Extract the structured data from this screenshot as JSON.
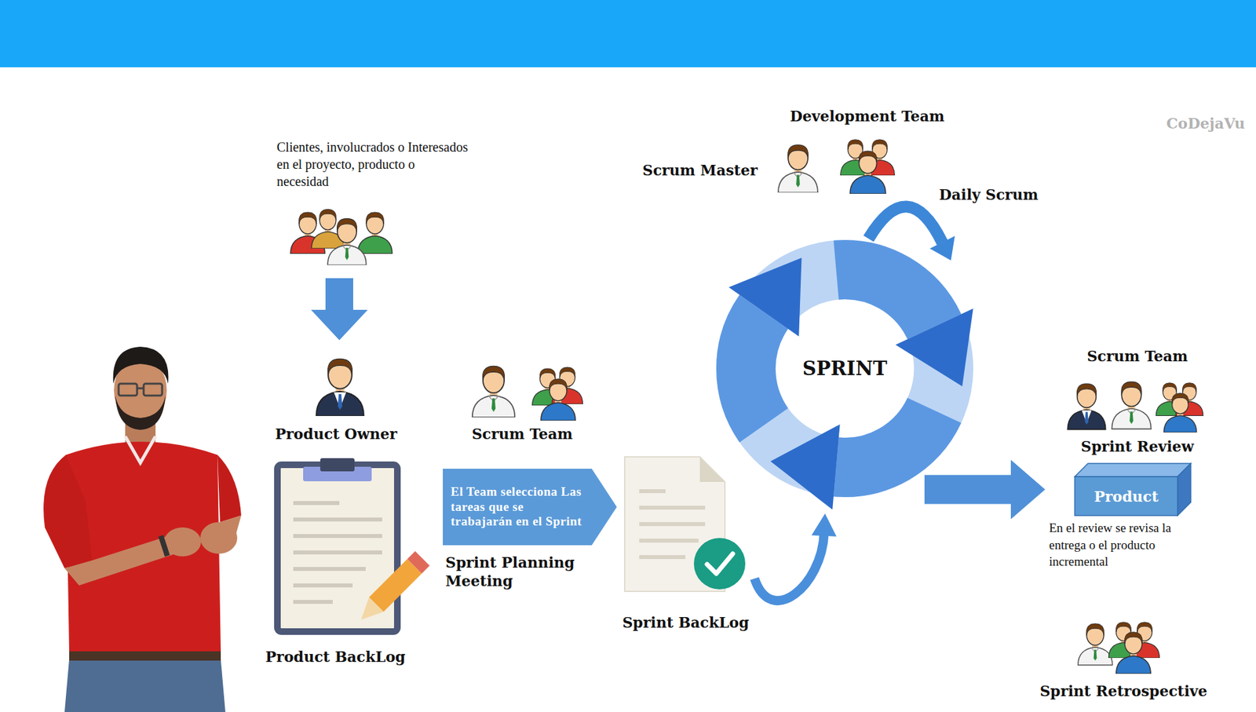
{
  "diagram": {
    "nodes": [
      {
        "text": [
          "Clientes, involucrados o Interesados en el proyecto, producto o necesidad"
        ]
      },
      {
        "text": [
          "Product Owner"
        ]
      },
      {
        "text": [
          "Product BackLog"
        ]
      },
      {
        "text": [
          "Scrum Team"
        ]
      },
      {
        "text": [
          "El Team selecciona Las tareas que se trabajarán en el Sprint"
        ]
      },
      {
        "text": [
          "Scrum Master"
        ]
      },
      {
        "text": [
          "Development Team"
        ]
      },
      {
        "text": [
          "Sprint BackLog"
        ]
      },
      {
        "text": [
          "SPRINT"
        ]
      },
      {
        "text": [
          "Scrum Team",
          "Sprint Review"
        ]
      },
      {
        "text": [
          "Product"
        ]
      },
      {
        "text": [
          "Sprint Retrospective"
        ]
      }
    ],
    "edges": [
      {
        "from": 0,
        "to": 1,
        "arrow": "to"
      },
      {
        "from": 7,
        "to": 8,
        "arrow": "to"
      },
      {
        "from": 8,
        "to": 10,
        "arrow": "to"
      }
    ],
    "labels": [
      "CoDejaVu",
      "Daily Scrum",
      "Sprint Planning Meeting",
      "En el review se revisa la entrega o el producto incremental"
    ]
  }
}
